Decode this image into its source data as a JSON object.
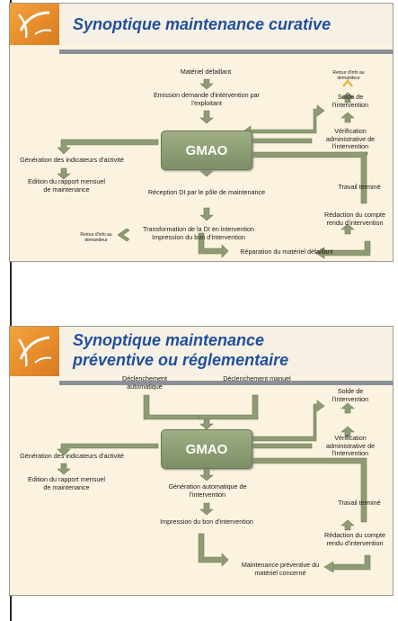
{
  "slide1": {
    "title": "Synoptique maintenance curative",
    "center": "GMAO",
    "top1": "Matériel défaillant",
    "top2": "Emission demande d'intervention par l'exploitant",
    "left1": "Génération des indicateurs d'activité",
    "left2": "Edition du rapport mensuel de maintenance",
    "mid1": "Réception DI par le pôle de maintenance",
    "mid2": "Transformation de la DI en intervention Impression du bon d'intervention",
    "bottom": "Réparation du matériel défaillant",
    "retour_top": "Retour d'info au demandeur",
    "retour_left": "Retour d'info au demandeur",
    "right1": "Solde de l'intervention",
    "right2": "Vérification administrative de l'intervention",
    "right3": "Travail terminé",
    "right4": "Rédaction du compte rendu d'intervention"
  },
  "slide2": {
    "title": "Synoptique maintenance préventive ou réglementaire",
    "center": "GMAO",
    "top_left": "Déclenchement automatique",
    "top_right": "Déclenchement manuel",
    "left1": "Génération des indicateurs d'activité",
    "left2": "Edition du rapport mensuel de maintenance",
    "mid1": "Génération automatique de l'intervention",
    "mid2": "Impression du bon d'intervention",
    "bottom": "Maintenance préventive du matériel concerné",
    "right1": "Solde de l'intervention",
    "right2": "Vérification administrative de l'intervention",
    "right3": "Travail terminé",
    "right4": "Rédaction du compte rendu d'intervention"
  },
  "colors": {
    "arrow": "#8e9b74",
    "title": "#1f4f9e",
    "box": "#8a9a72"
  }
}
